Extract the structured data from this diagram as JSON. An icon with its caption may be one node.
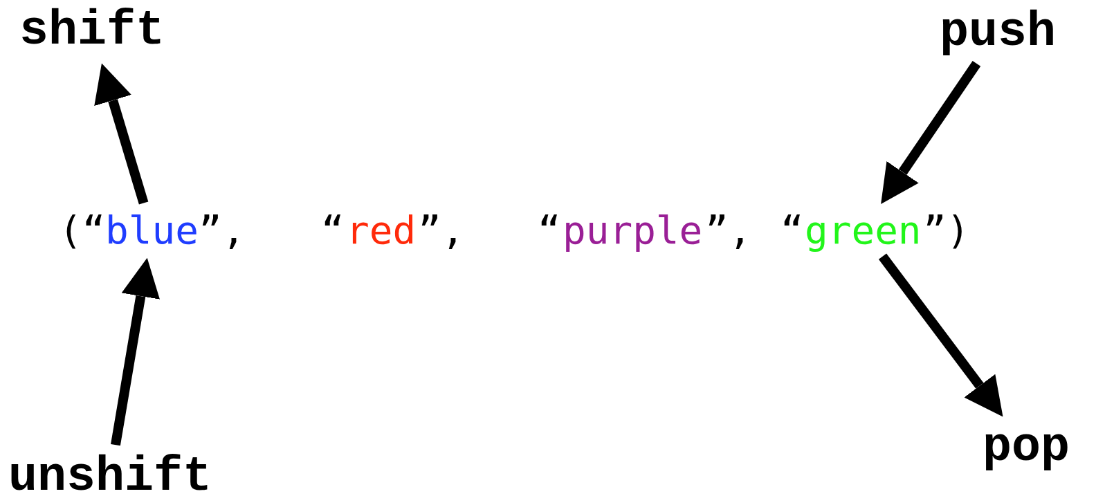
{
  "diagram": {
    "nodes": [
      {
        "text": [
          "shift"
        ]
      },
      {
        "text": [
          "push"
        ]
      },
      {
        "text": [
          "blue"
        ]
      },
      {
        "text": [
          "red"
        ]
      },
      {
        "text": [
          "purple"
        ]
      },
      {
        "text": [
          "green"
        ]
      },
      {
        "text": [
          "unshift"
        ]
      },
      {
        "text": [
          "pop"
        ]
      }
    ],
    "edges": [
      {
        "from": 2,
        "to": 0,
        "arrow": "to"
      },
      {
        "from": 1,
        "to": 5,
        "arrow": "to"
      },
      {
        "from": 6,
        "to": 2,
        "arrow": "to"
      },
      {
        "from": 5,
        "to": 7,
        "arrow": "to"
      }
    ],
    "labels": [
      "(“",
      "”,",
      "“",
      "”,",
      "“",
      "”,",
      "“",
      "”)"
    ]
  }
}
